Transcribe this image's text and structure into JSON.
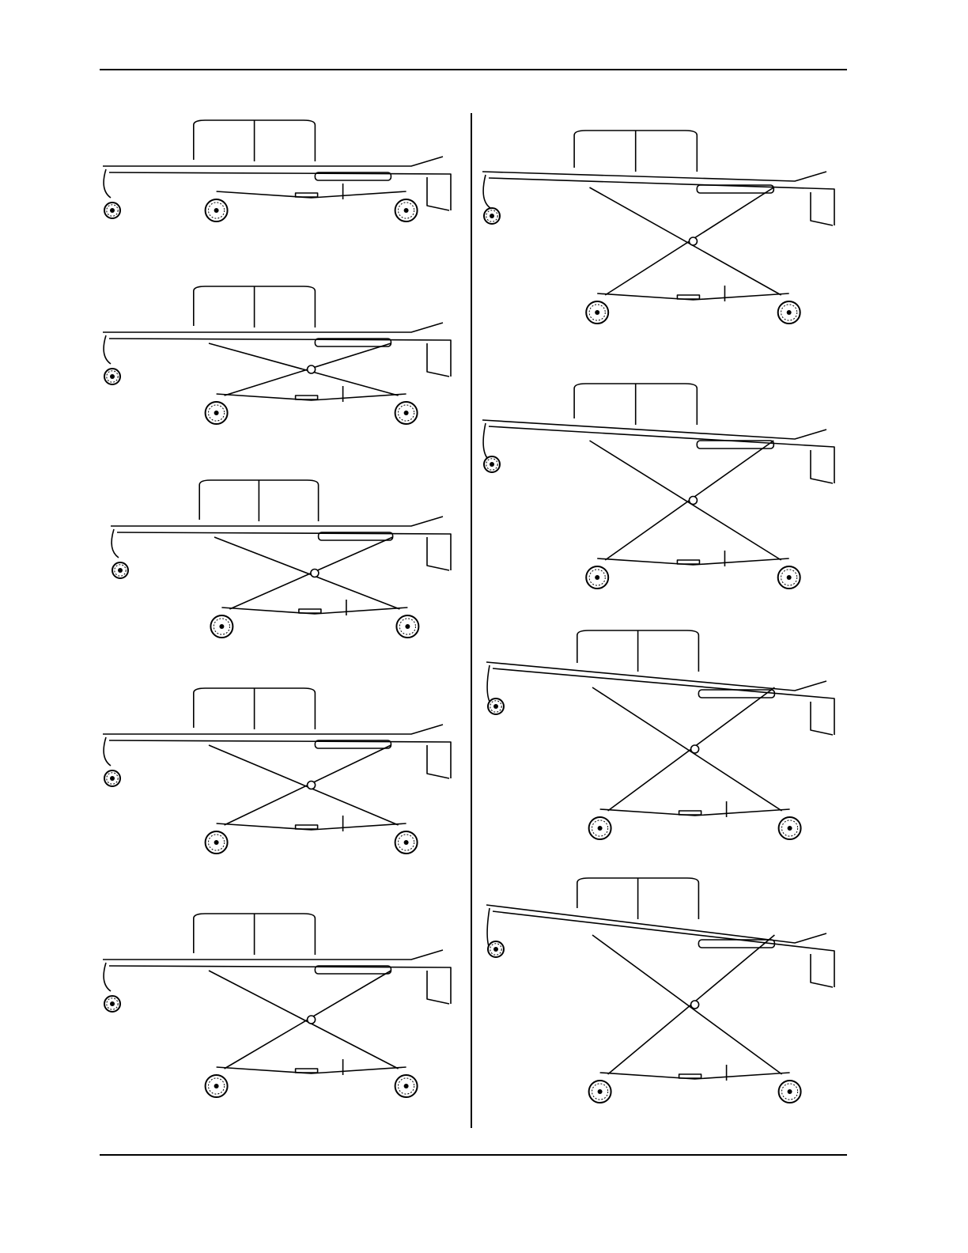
{
  "page": {
    "header_rule": true,
    "footer_rule": true,
    "column_divider": true
  },
  "figures": [
    {
      "id": "left-1",
      "column": "left",
      "height_stage": 0
    },
    {
      "id": "left-2",
      "column": "left",
      "height_stage": 1
    },
    {
      "id": "left-3",
      "column": "left",
      "height_stage": 2
    },
    {
      "id": "left-4",
      "column": "left",
      "height_stage": 3
    },
    {
      "id": "left-5",
      "column": "left",
      "height_stage": 4
    },
    {
      "id": "right-1",
      "column": "right",
      "height_stage": 5
    },
    {
      "id": "right-2",
      "column": "right",
      "height_stage": 6
    },
    {
      "id": "right-3",
      "column": "right",
      "height_stage": 7
    },
    {
      "id": "right-4",
      "column": "right",
      "height_stage": 8
    }
  ],
  "colors": {
    "ink": "#000000",
    "paper": "#ffffff"
  }
}
